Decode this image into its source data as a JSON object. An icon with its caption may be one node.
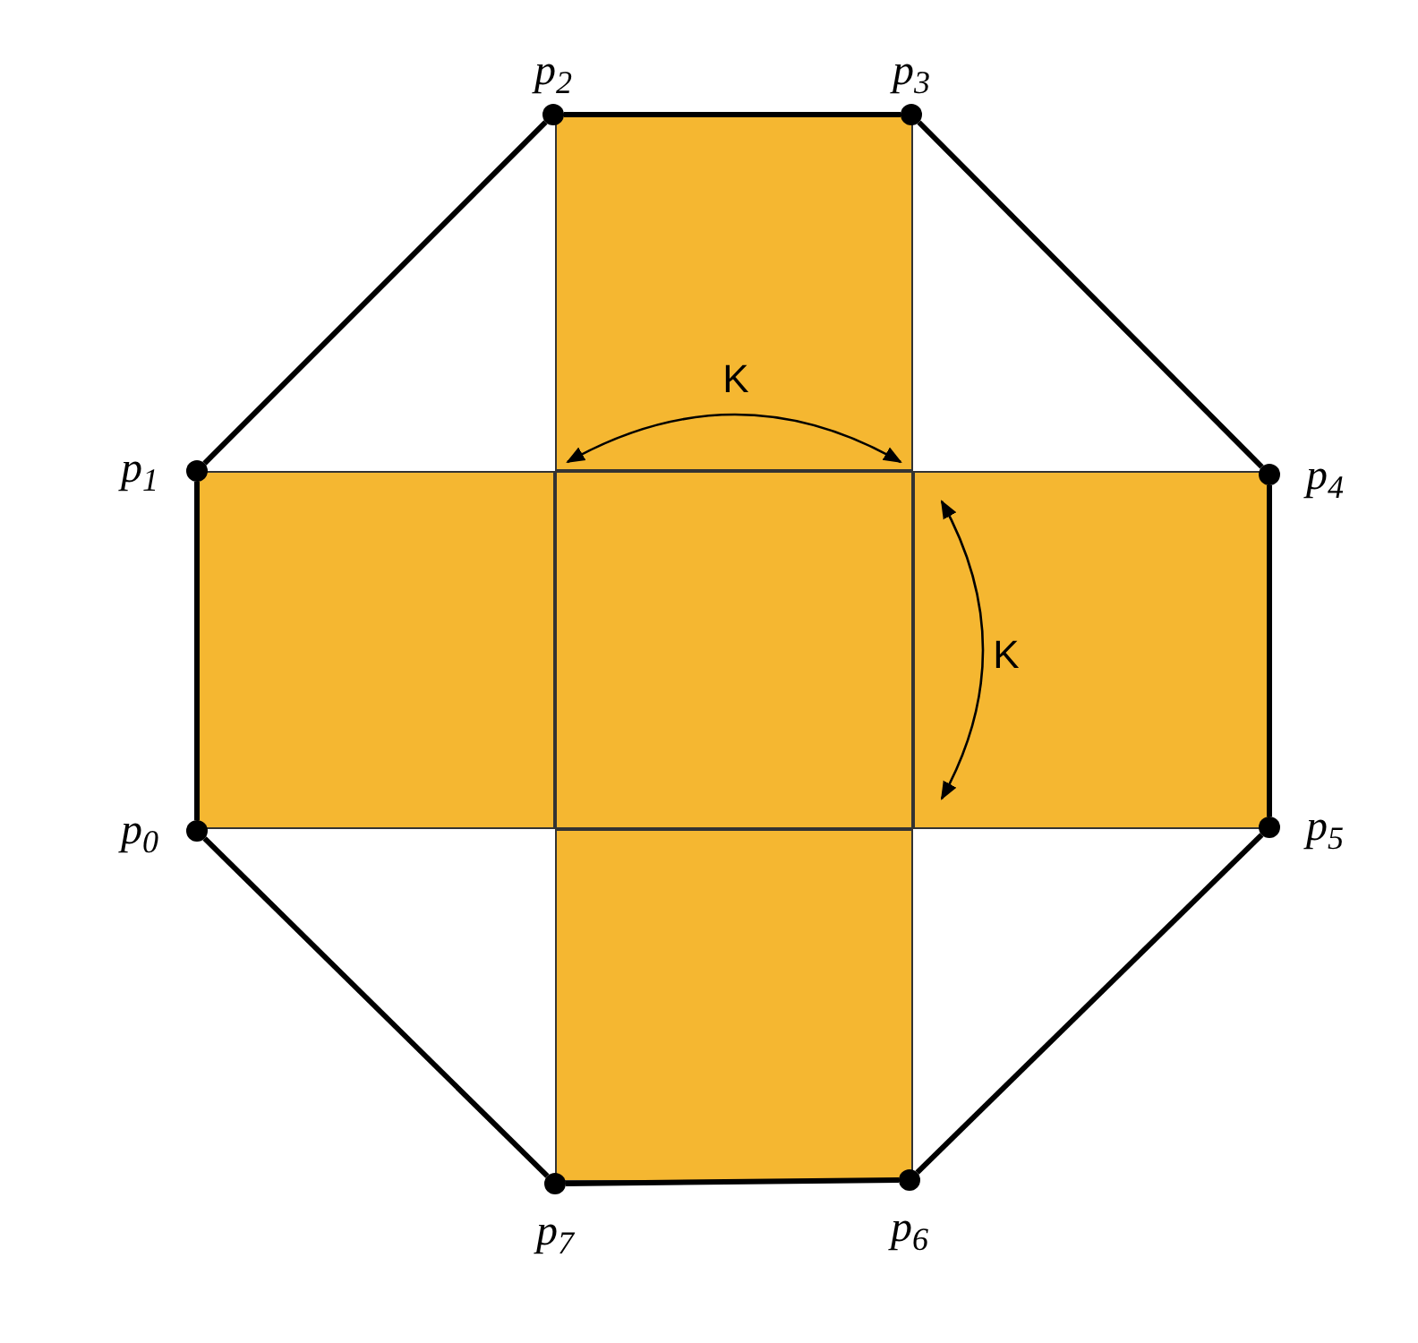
{
  "diagram": {
    "nodes": [
      {
        "text": [],
        "shape": "circle",
        "beside": [
          "p$_{0}$"
        ]
      },
      {
        "text": [],
        "shape": "circle",
        "beside": [
          "p$_{1}$"
        ]
      },
      {
        "text": [],
        "shape": "circle",
        "beside": [
          "p$_{2}$"
        ]
      },
      {
        "text": [],
        "shape": "circle",
        "beside": [
          "p$_{3}$"
        ]
      },
      {
        "text": [],
        "shape": "circle",
        "beside": [
          "p$_{4}$"
        ]
      },
      {
        "text": [],
        "shape": "circle",
        "beside": [
          "p$_{5}$"
        ]
      },
      {
        "text": [],
        "shape": "circle",
        "beside": [
          "p$_{6}$"
        ]
      },
      {
        "text": [],
        "shape": "circle",
        "beside": [
          "p$_{7}$"
        ]
      },
      {
        "text": [],
        "shape": "box"
      },
      {
        "text": [],
        "shape": "box"
      },
      {
        "text": [],
        "shape": "box"
      },
      {
        "text": [],
        "shape": "box"
      },
      {
        "text": [],
        "shape": "box"
      }
    ],
    "edges": [
      {
        "from": 0,
        "to": 1,
        "arrow": "none"
      },
      {
        "from": 1,
        "to": 2,
        "arrow": "none"
      },
      {
        "from": 2,
        "to": 3,
        "arrow": "none"
      },
      {
        "from": 3,
        "to": 4,
        "arrow": "none"
      },
      {
        "from": 4,
        "to": 5,
        "arrow": "none"
      },
      {
        "from": 5,
        "to": 6,
        "arrow": "none"
      },
      {
        "from": 6,
        "to": 7,
        "arrow": "none"
      },
      {
        "from": 7,
        "to": 0,
        "arrow": "none"
      }
    ],
    "labels": [
      "K",
      "K"
    ]
  }
}
